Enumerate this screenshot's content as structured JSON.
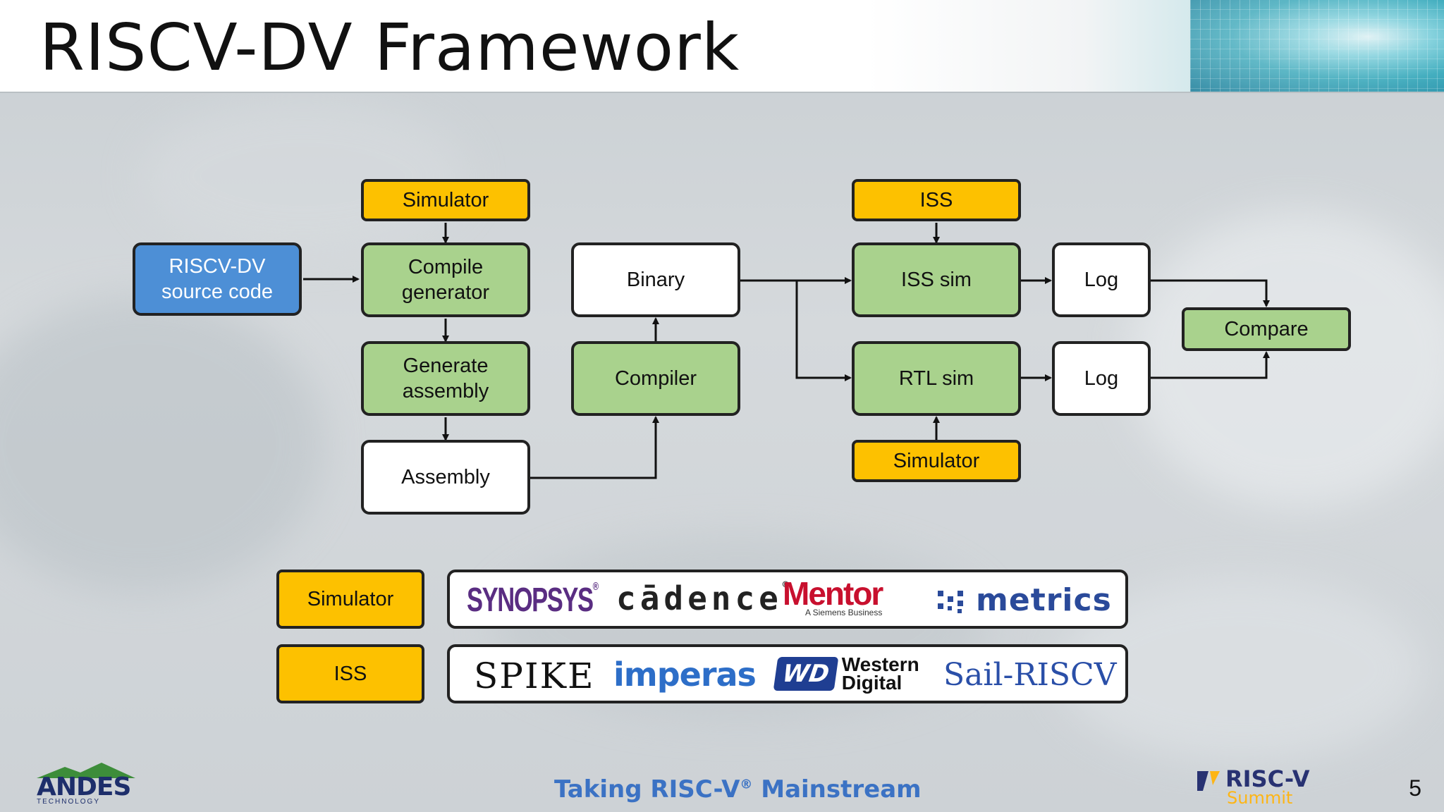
{
  "slide": {
    "title": "RISCV-DV Framework",
    "page_number": "5",
    "footer_text": "Taking RISC-V",
    "footer_reg": "®",
    "footer_text_tail": " Mainstream"
  },
  "nodes": {
    "simulator_top": "Simulator",
    "riscv_dv_source_line1": "RISCV-DV",
    "riscv_dv_source_line2": "source code",
    "compile_generator_line1": "Compile",
    "compile_generator_line2": "generator",
    "generate_assembly_line1": "Generate",
    "generate_assembly_line2": "assembly",
    "assembly": "Assembly",
    "binary": "Binary",
    "compiler": "Compiler",
    "iss_top": "ISS",
    "iss_sim": "ISS sim",
    "rtl_sim": "RTL sim",
    "simulator_bottom": "Simulator",
    "log_top": "Log",
    "log_bottom": "Log",
    "compare": "Compare"
  },
  "legend": {
    "simulator_label": "Simulator",
    "iss_label": "ISS",
    "simulator_vendors": {
      "synopsys": "SYNOPSYS",
      "synopsys_reg": "®",
      "cadence": "cādence",
      "cadence_reg": "®",
      "mentor": "Mentor",
      "mentor_sub": "A Siemens Business",
      "metrics": "metrics"
    },
    "iss_vendors": {
      "spike": "SPIKE",
      "imperas": "imperas",
      "wd_badge": "WD",
      "western": "Western",
      "digital": "Digital",
      "sail": "Sail-RISCV"
    }
  },
  "logos": {
    "andes": "ANDES",
    "andes_sub": "TECHNOLOGY",
    "riscv": "RISC-V",
    "riscv_summit": "Summit"
  },
  "colors": {
    "yellow": "#fdc100",
    "green": "#a9d28d",
    "blue": "#4d8fd6",
    "footer_blue": "#3b72c4",
    "synopsys_purple": "#5a2d82",
    "mentor_red": "#c8102e",
    "metrics_blue": "#2a4a9a",
    "imperas_blue": "#2d6ec8",
    "sail_blue": "#2a4fa8"
  }
}
